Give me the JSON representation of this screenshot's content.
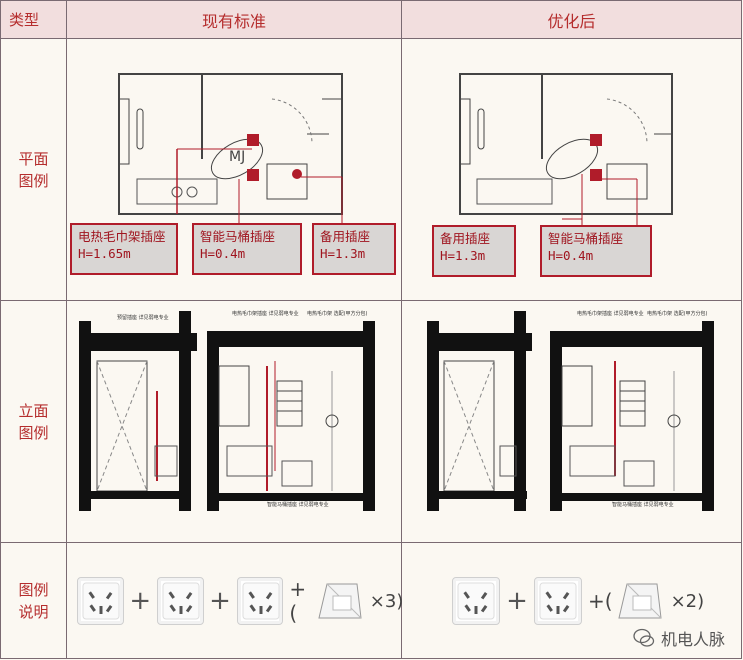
{
  "header": {
    "type": "类型",
    "current": "现有标准",
    "optimized": "优化后"
  },
  "rows": {
    "plan": {
      "line1": "平面",
      "line2": "图例"
    },
    "elevation": {
      "line1": "立面",
      "line2": "图例"
    },
    "legend": {
      "line1": "图例",
      "line2": "说明"
    }
  },
  "plan_current": {
    "tags": [
      {
        "name": "电热毛巾架插座",
        "height": "H=1.65m"
      },
      {
        "name": "智能马桶插座",
        "height": "H=0.4m"
      },
      {
        "name": "备用插座",
        "height": "H=1.3m"
      }
    ],
    "toilet_mark": "MJ"
  },
  "plan_optimized": {
    "tags": [
      {
        "name": "备用插座",
        "height": "H=1.3m"
      },
      {
        "name": "智能马桶插座",
        "height": "H=0.4m"
      }
    ]
  },
  "elevation_current": {
    "notes": [
      "预留插座",
      "详见弱电专业",
      "电热毛巾架插座",
      "详见弱电专业",
      "电热毛巾架",
      "选配(甲方分包)",
      "智能马桶插座",
      "详见弱电专业"
    ]
  },
  "elevation_optimized": {
    "notes": [
      "电热毛巾架插座",
      "详见弱电专业",
      "电热毛巾架",
      "选配(甲方分包)",
      "智能马桶插座",
      "详见弱电专业"
    ]
  },
  "legend_current": {
    "plus": "+",
    "open_paren": "(",
    "multiplier": "×3)"
  },
  "legend_optimized": {
    "plus": "+",
    "open_paren": "(",
    "multiplier": "×2)"
  },
  "watermark": {
    "text": "机电人脉"
  },
  "colors": {
    "accent": "#b52d2d",
    "tag_border": "#b01c2a",
    "tag_bg": "#d9d6d4",
    "grid": "#7a6a72"
  }
}
